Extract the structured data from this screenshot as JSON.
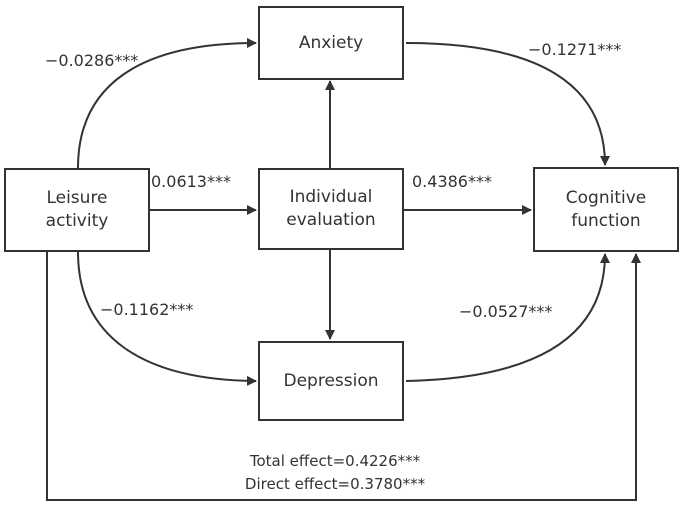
{
  "nodes": {
    "anxiety": "Anxiety",
    "leisure": "Leisure\nactivity",
    "evaluation": "Individual\nevaluation",
    "cognitive": "Cognitive\nfunction",
    "depression": "Depression"
  },
  "paths": {
    "leisure_anxiety": "−0.0286***",
    "anxiety_cognitive": "−0.1271***",
    "leisure_evaluation": "0.0613***",
    "evaluation_cognitive": "0.4386***",
    "leisure_depression": "−0.1162***",
    "depression_cognitive": "−0.0527***"
  },
  "effects": {
    "total": "Total effect=0.4226***",
    "direct": "Direct effect=0.3780***"
  },
  "colors": {
    "stroke": "#333333",
    "text": "#333333"
  }
}
